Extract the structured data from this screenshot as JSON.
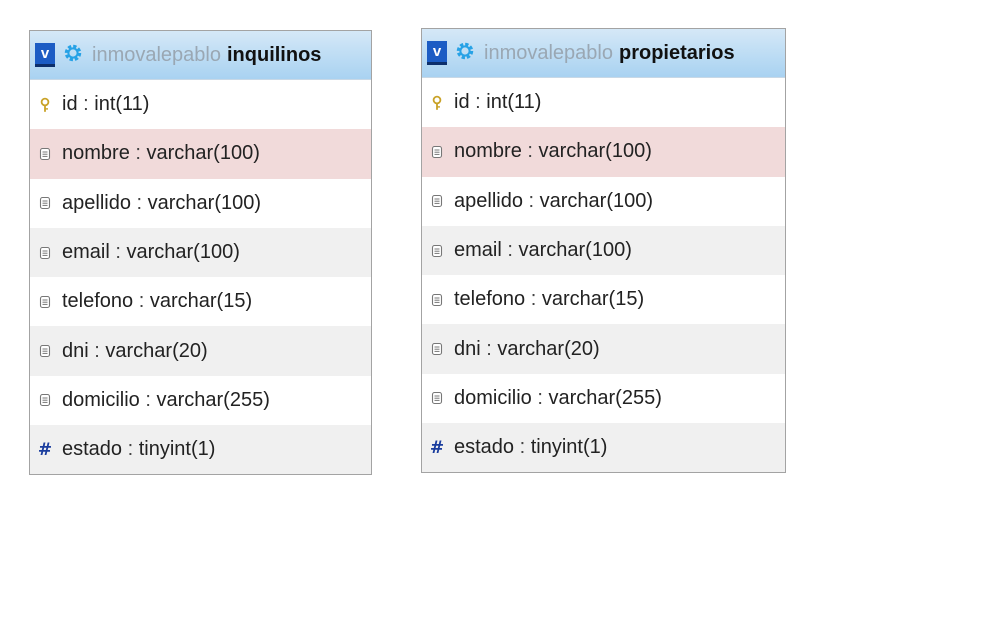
{
  "tables": [
    {
      "toggle_label": "v",
      "database": "inmovalepablo",
      "name": "inquilinos",
      "columns": [
        {
          "name": "id",
          "type": "int(11)",
          "icon": "key-icon"
        },
        {
          "name": "nombre",
          "type": "varchar(100)",
          "icon": "text-column-icon"
        },
        {
          "name": "apellido",
          "type": "varchar(100)",
          "icon": "text-column-icon"
        },
        {
          "name": "email",
          "type": "varchar(100)",
          "icon": "text-column-icon"
        },
        {
          "name": "telefono",
          "type": "varchar(15)",
          "icon": "text-column-icon"
        },
        {
          "name": "dni",
          "type": "varchar(20)",
          "icon": "text-column-icon"
        },
        {
          "name": "domicilio",
          "type": "varchar(255)",
          "icon": "text-column-icon"
        },
        {
          "name": "estado",
          "type": "tinyint(1)",
          "icon": "numeric-column-icon"
        }
      ]
    },
    {
      "toggle_label": "v",
      "database": "inmovalepablo",
      "name": "propietarios",
      "columns": [
        {
          "name": "id",
          "type": "int(11)",
          "icon": "key-icon"
        },
        {
          "name": "nombre",
          "type": "varchar(100)",
          "icon": "text-column-icon"
        },
        {
          "name": "apellido",
          "type": "varchar(100)",
          "icon": "text-column-icon"
        },
        {
          "name": "email",
          "type": "varchar(100)",
          "icon": "text-column-icon"
        },
        {
          "name": "telefono",
          "type": "varchar(15)",
          "icon": "text-column-icon"
        },
        {
          "name": "dni",
          "type": "varchar(20)",
          "icon": "text-column-icon"
        },
        {
          "name": "domicilio",
          "type": "varchar(255)",
          "icon": "text-column-icon"
        },
        {
          "name": "estado",
          "type": "tinyint(1)",
          "icon": "numeric-column-icon"
        }
      ]
    }
  ],
  "colors": {
    "header_gradient": "#bcdcf4",
    "toggle_button": "#1c5cc4",
    "gear": "#27a2e6",
    "selected_row": "#f1dada",
    "alt_row": "#f0f0f0",
    "key_icon": "#c9a227",
    "numeric_icon": "#1a3d9e"
  }
}
